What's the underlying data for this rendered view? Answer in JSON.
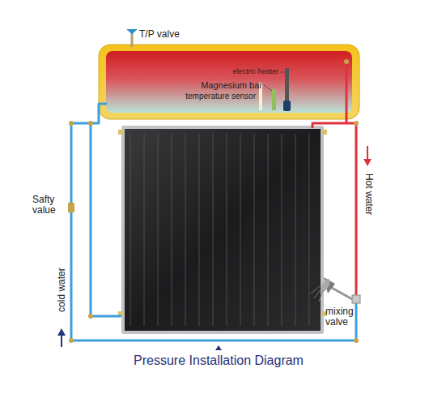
{
  "diagram": {
    "caption": "Pressure Installation Diagram",
    "labels": [
      "T/P valve",
      "electric heater",
      "Magnesium bar",
      "temperature sensor",
      "Safty value",
      "cold water",
      "Hot water",
      "mixing valve"
    ]
  }
}
